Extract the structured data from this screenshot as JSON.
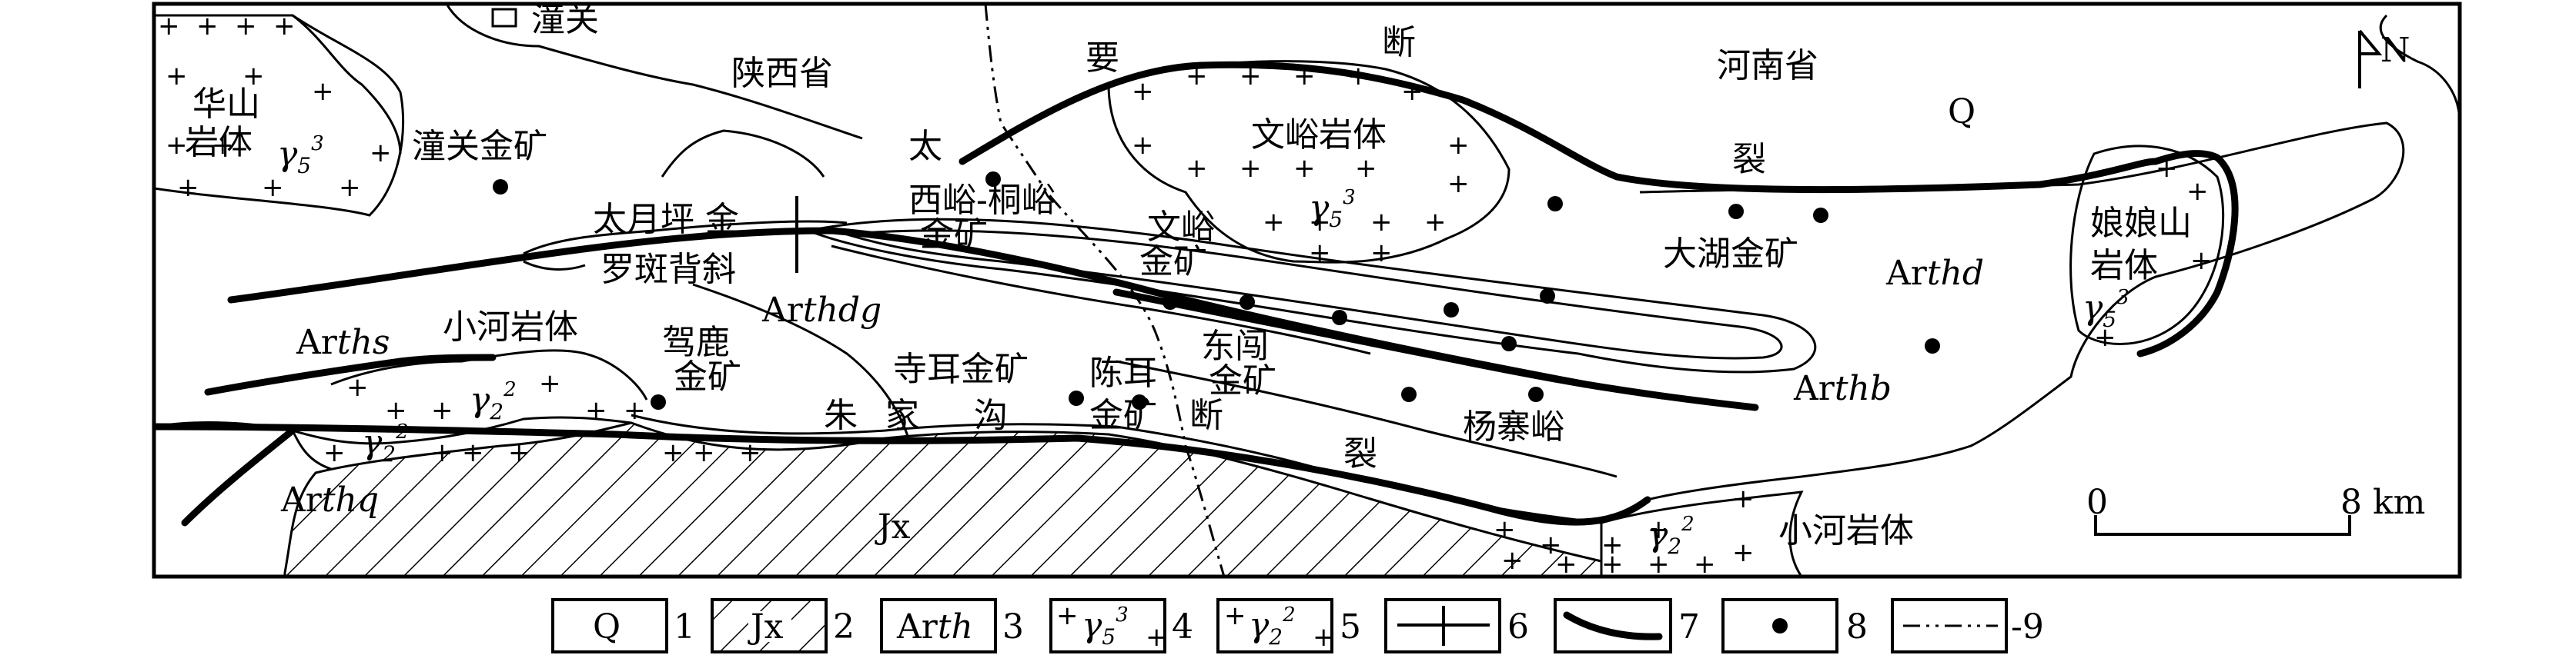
{
  "map": {
    "labels": {
      "tongguan": "潼关",
      "shaanxi": "陕西省",
      "henan": "河南省",
      "huashan": "华山",
      "yanti1": "岩体",
      "tongguan_gold": "潼关金矿",
      "wenyu_body": "文峪岩体",
      "tai": "太",
      "yao": "要",
      "duan1": "断",
      "lie1": "裂",
      "xiyu_tongyu": "西峪-桐峪",
      "xiyu_gold": "金矿",
      "wenyu": "文峪",
      "wenyu_gold": "金矿",
      "taiyueping": "太月坪 金",
      "luoban": "罗斑背斜",
      "dahu_gold": "大湖金矿",
      "niangniang": "娘娘山",
      "yanti2": "岩体",
      "xiaohe_body1": "小河岩体",
      "jialu": "驾鹿",
      "jialu_gold": "金矿",
      "siner_gold": "寺耳金矿",
      "chener": "陈耳",
      "chener_gold": "金矿",
      "dongchuang": "东闯",
      "dongchuang_gold": "金矿",
      "zhu": "朱",
      "jia": "家",
      "gou": "沟",
      "duan2": "断",
      "lie2": "裂",
      "yangzhaiyu": "杨寨峪",
      "xiaohe_body2": "小河岩体",
      "Q": "Q",
      "Jx": "Jx",
      "north": "N",
      "arths_pre": "Ar",
      "arths_it": "ths",
      "arthdg_pre": "Ar",
      "arthdg_it": "thdg",
      "arthd_pre": "Ar",
      "arthd_it": "thd",
      "arthb_pre": "Ar",
      "arthb_it": "thb",
      "arthq_pre": "Ar",
      "arthq_it": "thq",
      "g53_a": "γ",
      "g53_sub": "5",
      "g53_sup": "3",
      "g22_a": "γ",
      "g22_sub": "2",
      "g22_sup": "2"
    },
    "scale": {
      "start": "0",
      "end": "8 km"
    }
  },
  "legend": {
    "items": [
      {
        "symbol": "Q",
        "num": "1"
      },
      {
        "symbol": "Jx",
        "num": "2"
      },
      {
        "symbol_pre": "Ar",
        "symbol_it": "th",
        "num": "3"
      },
      {
        "symbol": "γ5³",
        "num": "4"
      },
      {
        "symbol": "γ2²",
        "num": "5"
      },
      {
        "symbol": "",
        "num": "6"
      },
      {
        "symbol": "",
        "num": "7"
      },
      {
        "symbol": "",
        "num": "8"
      },
      {
        "symbol": "",
        "num": "9"
      }
    ]
  }
}
